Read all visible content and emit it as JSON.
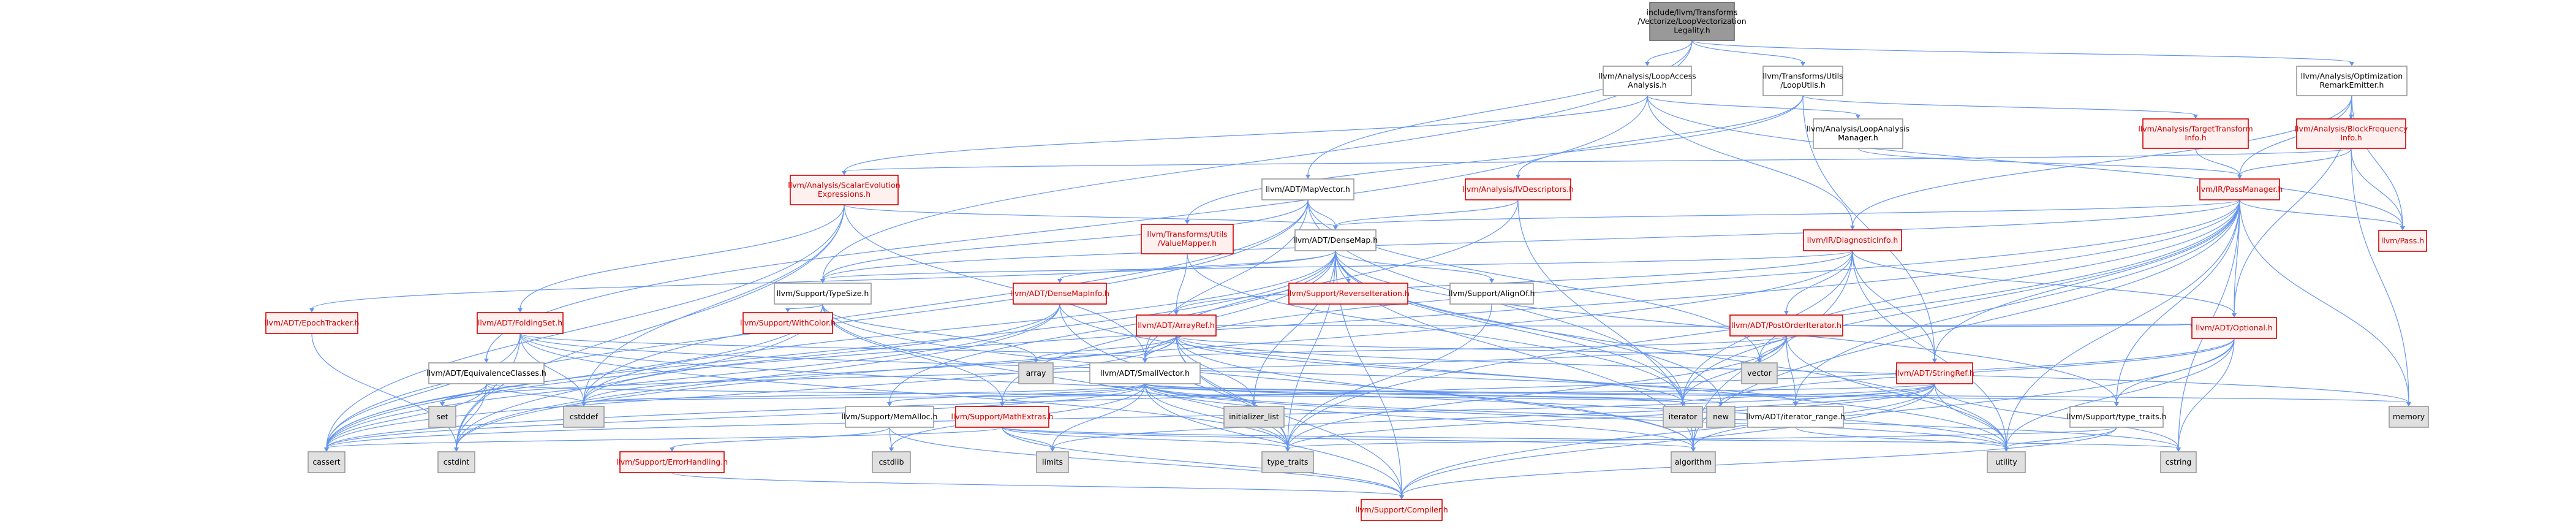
{
  "graph": {
    "colors": {
      "edge": "#6495ed",
      "root_fill": "#999999",
      "red_text": "#cc0000",
      "red_fill": "#fff0f0",
      "std_fill": "#e0e0e0",
      "plain_fill": "#ffffff"
    },
    "nodes": [
      {
        "id": "root",
        "lines": [
          "include/llvm/Transforms",
          "/Vectorize/LoopVectorization",
          "Legality.h"
        ],
        "kind": "root"
      },
      {
        "id": "lai",
        "lines": [
          "llvm/Analysis/LoopAccess",
          "Analysis.h"
        ],
        "kind": "plain"
      },
      {
        "id": "lu",
        "lines": [
          "llvm/Transforms/Utils",
          "/LoopUtils.h"
        ],
        "kind": "plain"
      },
      {
        "id": "ore",
        "lines": [
          "llvm/Analysis/Optimization",
          "RemarkEmitter.h"
        ],
        "kind": "plain"
      },
      {
        "id": "lam",
        "lines": [
          "llvm/Analysis/LoopAnalysis",
          "Manager.h"
        ],
        "kind": "plain"
      },
      {
        "id": "tti",
        "lines": [
          "llvm/Analysis/TargetTransform",
          "Info.h"
        ],
        "kind": "red"
      },
      {
        "id": "bfi",
        "lines": [
          "llvm/Analysis/BlockFrequency",
          "Info.h"
        ],
        "kind": "red"
      },
      {
        "id": "see",
        "lines": [
          "llvm/Analysis/ScalarEvolution",
          "Expressions.h"
        ],
        "kind": "red"
      },
      {
        "id": "mv",
        "lines": [
          "llvm/ADT/MapVector.h"
        ],
        "kind": "plain"
      },
      {
        "id": "ivd",
        "lines": [
          "llvm/Analysis/IVDescriptors.h"
        ],
        "kind": "red"
      },
      {
        "id": "pm",
        "lines": [
          "llvm/IR/PassManager.h"
        ],
        "kind": "red"
      },
      {
        "id": "vm",
        "lines": [
          "llvm/Transforms/Utils",
          "/ValueMapper.h"
        ],
        "kind": "red"
      },
      {
        "id": "dm",
        "lines": [
          "llvm/ADT/DenseMap.h"
        ],
        "kind": "plain"
      },
      {
        "id": "di",
        "lines": [
          "llvm/IR/DiagnosticInfo.h"
        ],
        "kind": "red"
      },
      {
        "id": "pass",
        "lines": [
          "llvm/Pass.h"
        ],
        "kind": "red"
      },
      {
        "id": "ts",
        "lines": [
          "llvm/Support/TypeSize.h"
        ],
        "kind": "plain"
      },
      {
        "id": "dmi",
        "lines": [
          "llvm/ADT/DenseMapInfo.h"
        ],
        "kind": "red"
      },
      {
        "id": "ri",
        "lines": [
          "llvm/Support/ReverseIteration.h"
        ],
        "kind": "red"
      },
      {
        "id": "aoc",
        "lines": [
          "llvm/Support/AlignOf.h"
        ],
        "kind": "plain"
      },
      {
        "id": "et",
        "lines": [
          "llvm/ADT/EpochTracker.h"
        ],
        "kind": "red"
      },
      {
        "id": "fs",
        "lines": [
          "llvm/ADT/FoldingSet.h"
        ],
        "kind": "red"
      },
      {
        "id": "wc",
        "lines": [
          "llvm/Support/WithColor.h"
        ],
        "kind": "red"
      },
      {
        "id": "ar",
        "lines": [
          "llvm/ADT/ArrayRef.h"
        ],
        "kind": "red"
      },
      {
        "id": "poi",
        "lines": [
          "llvm/ADT/PostOrderIterator.h"
        ],
        "kind": "red"
      },
      {
        "id": "ec",
        "lines": [
          "llvm/ADT/EquivalenceClasses.h"
        ],
        "kind": "plain"
      },
      {
        "id": "arr",
        "lines": [
          "array"
        ],
        "kind": "std"
      },
      {
        "id": "sv",
        "lines": [
          "llvm/ADT/SmallVector.h"
        ],
        "kind": "plain"
      },
      {
        "id": "vec",
        "lines": [
          "vector"
        ],
        "kind": "std"
      },
      {
        "id": "sr",
        "lines": [
          "llvm/ADT/StringRef.h"
        ],
        "kind": "red"
      },
      {
        "id": "opt",
        "lines": [
          "llvm/ADT/Optional.h"
        ],
        "kind": "red"
      },
      {
        "id": "set",
        "lines": [
          "set"
        ],
        "kind": "std"
      },
      {
        "id": "cstddef",
        "lines": [
          "cstddef"
        ],
        "kind": "std"
      },
      {
        "id": "sma",
        "lines": [
          "llvm/Support/MemAlloc.h"
        ],
        "kind": "plain"
      },
      {
        "id": "me",
        "lines": [
          "llvm/Support/MathExtras.h"
        ],
        "kind": "red"
      },
      {
        "id": "il",
        "lines": [
          "initializer_list"
        ],
        "kind": "std"
      },
      {
        "id": "iter",
        "lines": [
          "iterator"
        ],
        "kind": "std"
      },
      {
        "id": "new",
        "lines": [
          "new"
        ],
        "kind": "std"
      },
      {
        "id": "ir",
        "lines": [
          "llvm/ADT/iterator_range.h"
        ],
        "kind": "plain"
      },
      {
        "id": "stt",
        "lines": [
          "llvm/Support/type_traits.h"
        ],
        "kind": "plain"
      },
      {
        "id": "mem",
        "lines": [
          "memory"
        ],
        "kind": "std"
      },
      {
        "id": "cassert",
        "lines": [
          "cassert"
        ],
        "kind": "std"
      },
      {
        "id": "cstdint",
        "lines": [
          "cstdint"
        ],
        "kind": "std"
      },
      {
        "id": "cstdlib",
        "lines": [
          "cstdlib"
        ],
        "kind": "std"
      },
      {
        "id": "climits",
        "lines": [
          "limits"
        ],
        "kind": "std"
      },
      {
        "id": "tt",
        "lines": [
          "type_traits"
        ],
        "kind": "std"
      },
      {
        "id": "algo",
        "lines": [
          "algorithm"
        ],
        "kind": "std"
      },
      {
        "id": "util",
        "lines": [
          "utility"
        ],
        "kind": "std"
      },
      {
        "id": "cstring",
        "lines": [
          "cstring"
        ],
        "kind": "std"
      },
      {
        "id": "eh",
        "lines": [
          "llvm/Support/ErrorHandling.h"
        ],
        "kind": "red"
      },
      {
        "id": "comp",
        "lines": [
          "llvm/Support/Compiler.h"
        ],
        "kind": "red"
      }
    ],
    "edges": [
      [
        "root",
        "lai"
      ],
      [
        "root",
        "lu"
      ],
      [
        "root",
        "ore"
      ],
      [
        "root",
        "mv"
      ],
      [
        "root",
        "ts"
      ],
      [
        "lai",
        "lam"
      ],
      [
        "lai",
        "see"
      ],
      [
        "lai",
        "di"
      ],
      [
        "lai",
        "pass"
      ],
      [
        "lai",
        "ec"
      ],
      [
        "lu",
        "tti"
      ],
      [
        "lu",
        "ivd"
      ],
      [
        "lu",
        "vm"
      ],
      [
        "lu",
        "sr"
      ],
      [
        "ore",
        "bfi"
      ],
      [
        "ore",
        "pm"
      ],
      [
        "ore",
        "di"
      ],
      [
        "ore",
        "pass"
      ],
      [
        "ore",
        "opt"
      ],
      [
        "lam",
        "pm"
      ],
      [
        "tti",
        "pm"
      ],
      [
        "bfi",
        "pm"
      ],
      [
        "bfi",
        "pass"
      ],
      [
        "bfi",
        "mem"
      ],
      [
        "bfi",
        "see"
      ],
      [
        "see",
        "dm"
      ],
      [
        "see",
        "fs"
      ],
      [
        "see",
        "sv"
      ],
      [
        "see",
        "cstdint"
      ],
      [
        "see",
        "cassert"
      ],
      [
        "see",
        "cstddef"
      ],
      [
        "mv",
        "dm"
      ],
      [
        "mv",
        "sv"
      ],
      [
        "mv",
        "vec"
      ],
      [
        "mv",
        "iter"
      ],
      [
        "mv",
        "cassert"
      ],
      [
        "mv",
        "cstddef"
      ],
      [
        "mv",
        "ts"
      ],
      [
        "ivd",
        "dm"
      ],
      [
        "ivd",
        "sv"
      ],
      [
        "ivd",
        "algo"
      ],
      [
        "pm",
        "dm"
      ],
      [
        "pm",
        "sv"
      ],
      [
        "pm",
        "sr"
      ],
      [
        "pm",
        "ts"
      ],
      [
        "pm",
        "pass"
      ],
      [
        "pm",
        "ir"
      ],
      [
        "pm",
        "algo"
      ],
      [
        "pm",
        "cassert"
      ],
      [
        "pm",
        "cstring"
      ],
      [
        "pm",
        "iter"
      ],
      [
        "pm",
        "mem"
      ],
      [
        "pm",
        "util"
      ],
      [
        "pm",
        "vec"
      ],
      [
        "pm",
        "stt"
      ],
      [
        "pm",
        "tt"
      ],
      [
        "pm",
        "opt"
      ],
      [
        "vm",
        "ar"
      ],
      [
        "vm",
        "iter"
      ],
      [
        "dm",
        "dmi"
      ],
      [
        "dm",
        "et"
      ],
      [
        "dm",
        "aoc"
      ],
      [
        "dm",
        "comp"
      ],
      [
        "dm",
        "me"
      ],
      [
        "dm",
        "ri"
      ],
      [
        "dm",
        "sma"
      ],
      [
        "dm",
        "stt"
      ],
      [
        "dm",
        "algo"
      ],
      [
        "dm",
        "cassert"
      ],
      [
        "dm",
        "cstddef"
      ],
      [
        "dm",
        "il"
      ],
      [
        "dm",
        "iter"
      ],
      [
        "dm",
        "new"
      ],
      [
        "dm",
        "tt"
      ],
      [
        "dm",
        "util"
      ],
      [
        "di",
        "ar"
      ],
      [
        "di",
        "opt"
      ],
      [
        "di",
        "sr"
      ],
      [
        "di",
        "ts"
      ],
      [
        "di",
        "algo"
      ],
      [
        "di",
        "cstdint"
      ],
      [
        "di",
        "iter"
      ],
      [
        "di",
        "util"
      ],
      [
        "di",
        "poi"
      ],
      [
        "ts",
        "me"
      ],
      [
        "ts",
        "wc"
      ],
      [
        "ts",
        "algo"
      ],
      [
        "ts",
        "arr"
      ],
      [
        "ts",
        "cassert"
      ],
      [
        "ts",
        "cstdint"
      ],
      [
        "ts",
        "tt"
      ],
      [
        "dmi",
        "cassert"
      ],
      [
        "dmi",
        "cstddef"
      ],
      [
        "dmi",
        "cstdint"
      ],
      [
        "dmi",
        "tt"
      ],
      [
        "dmi",
        "util"
      ],
      [
        "aoc",
        "tt"
      ],
      [
        "et",
        "cstdint"
      ],
      [
        "fs",
        "sv"
      ],
      [
        "fs",
        "ir"
      ],
      [
        "fs",
        "cassert"
      ],
      [
        "fs",
        "cstddef"
      ],
      [
        "fs",
        "cstdint"
      ],
      [
        "fs",
        "tt"
      ],
      [
        "fs",
        "util"
      ],
      [
        "ar",
        "sv"
      ],
      [
        "ar",
        "opt"
      ],
      [
        "ar",
        "comp"
      ],
      [
        "ar",
        "algo"
      ],
      [
        "ar",
        "arr"
      ],
      [
        "ar",
        "cassert"
      ],
      [
        "ar",
        "cstddef"
      ],
      [
        "ar",
        "il"
      ],
      [
        "ar",
        "iter"
      ],
      [
        "ar",
        "mem"
      ],
      [
        "ar",
        "tt"
      ],
      [
        "ar",
        "vec"
      ],
      [
        "poi",
        "sv"
      ],
      [
        "poi",
        "ir"
      ],
      [
        "poi",
        "iter"
      ],
      [
        "poi",
        "set"
      ],
      [
        "poi",
        "tt"
      ],
      [
        "poi",
        "util"
      ],
      [
        "poi",
        "vec"
      ],
      [
        "poi",
        "opt"
      ],
      [
        "ec",
        "cassert"
      ],
      [
        "ec",
        "cstddef"
      ],
      [
        "ec",
        "cstdint"
      ],
      [
        "ec",
        "iter"
      ],
      [
        "ec",
        "set"
      ],
      [
        "sv",
        "comp"
      ],
      [
        "sv",
        "me"
      ],
      [
        "sv",
        "sma"
      ],
      [
        "sv",
        "stt"
      ],
      [
        "sv",
        "algo"
      ],
      [
        "sv",
        "cassert"
      ],
      [
        "sv",
        "cstddef"
      ],
      [
        "sv",
        "cstdlib"
      ],
      [
        "sv",
        "cstring"
      ],
      [
        "sv",
        "il"
      ],
      [
        "sv",
        "iter"
      ],
      [
        "sv",
        "climits"
      ],
      [
        "sv",
        "mem"
      ],
      [
        "sv",
        "new"
      ],
      [
        "sv",
        "tt"
      ],
      [
        "sv",
        "util"
      ],
      [
        "sr",
        "ir"
      ],
      [
        "sr",
        "comp"
      ],
      [
        "sr",
        "algo"
      ],
      [
        "sr",
        "cassert"
      ],
      [
        "sr",
        "cstddef"
      ],
      [
        "sr",
        "cstring"
      ],
      [
        "sr",
        "climits"
      ],
      [
        "sr",
        "tt"
      ],
      [
        "sr",
        "util"
      ],
      [
        "sr",
        "iter"
      ],
      [
        "opt",
        "comp"
      ],
      [
        "opt",
        "stt"
      ],
      [
        "opt",
        "cassert"
      ],
      [
        "opt",
        "cstring"
      ],
      [
        "opt",
        "new"
      ],
      [
        "opt",
        "util"
      ],
      [
        "sma",
        "comp"
      ],
      [
        "sma",
        "eh"
      ],
      [
        "sma",
        "cstdlib"
      ],
      [
        "me",
        "comp"
      ],
      [
        "me",
        "algo"
      ],
      [
        "me",
        "cassert"
      ],
      [
        "me",
        "climits"
      ],
      [
        "me",
        "cstring"
      ],
      [
        "me",
        "tt"
      ],
      [
        "ir",
        "util"
      ],
      [
        "stt",
        "comp"
      ],
      [
        "stt",
        "tt"
      ],
      [
        "stt",
        "util"
      ],
      [
        "eh",
        "comp"
      ]
    ]
  }
}
